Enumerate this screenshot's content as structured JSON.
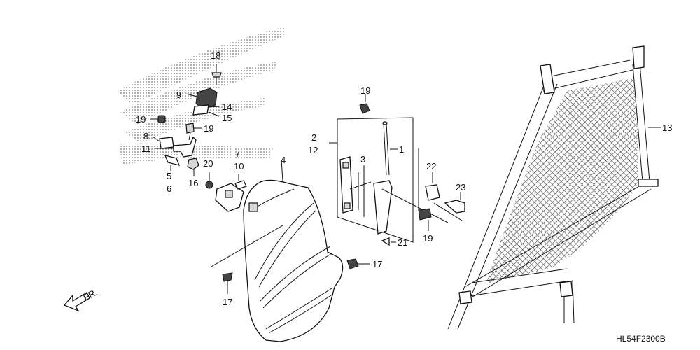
{
  "diagram": {
    "code": "HL54F2300B",
    "direction_label": "FR.",
    "callouts": [
      {
        "id": "c18",
        "text": "18"
      },
      {
        "id": "c9",
        "text": "9"
      },
      {
        "id": "c14",
        "text": "14"
      },
      {
        "id": "c15",
        "text": "15"
      },
      {
        "id": "c19a",
        "text": "19"
      },
      {
        "id": "c19b",
        "text": "19"
      },
      {
        "id": "c8",
        "text": "8"
      },
      {
        "id": "c11",
        "text": "11"
      },
      {
        "id": "c5",
        "text": "5"
      },
      {
        "id": "c6",
        "text": "6"
      },
      {
        "id": "c20",
        "text": "20"
      },
      {
        "id": "c16",
        "text": "16"
      },
      {
        "id": "c7",
        "text": "7"
      },
      {
        "id": "c10",
        "text": "10"
      },
      {
        "id": "c4",
        "text": "4"
      },
      {
        "id": "c17a",
        "text": "17"
      },
      {
        "id": "c17b",
        "text": "17"
      },
      {
        "id": "c19c",
        "text": "19"
      },
      {
        "id": "c2",
        "text": "2"
      },
      {
        "id": "c12",
        "text": "12"
      },
      {
        "id": "c3",
        "text": "3"
      },
      {
        "id": "c1",
        "text": "1"
      },
      {
        "id": "c22",
        "text": "22"
      },
      {
        "id": "c23",
        "text": "23"
      },
      {
        "id": "c19d",
        "text": "19"
      },
      {
        "id": "c21",
        "text": "21"
      },
      {
        "id": "c13",
        "text": "13"
      }
    ]
  }
}
